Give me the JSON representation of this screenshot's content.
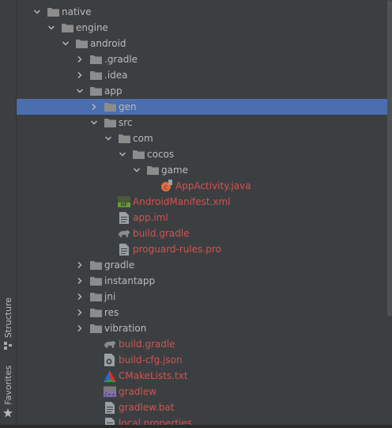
{
  "side_tabs": {
    "structure_label": "Structure",
    "favorites_label": "Favorites"
  },
  "tree": [
    {
      "depth": 1,
      "expanded": true,
      "type": "folder",
      "label": "native"
    },
    {
      "depth": 2,
      "expanded": true,
      "type": "folder",
      "label": "engine"
    },
    {
      "depth": 3,
      "expanded": true,
      "type": "folder",
      "label": "android"
    },
    {
      "depth": 4,
      "expanded": false,
      "type": "folder",
      "label": ".gradle"
    },
    {
      "depth": 4,
      "expanded": false,
      "type": "folder",
      "label": ".idea"
    },
    {
      "depth": 4,
      "expanded": true,
      "type": "folder",
      "label": "app"
    },
    {
      "depth": 5,
      "expanded": false,
      "type": "folder",
      "label": "gen",
      "selected": true
    },
    {
      "depth": 5,
      "expanded": true,
      "type": "folder",
      "label": "src"
    },
    {
      "depth": 6,
      "expanded": true,
      "type": "folder",
      "label": "com"
    },
    {
      "depth": 7,
      "expanded": true,
      "type": "folder",
      "label": "cocos"
    },
    {
      "depth": 8,
      "expanded": true,
      "type": "folder",
      "label": "game"
    },
    {
      "depth": 9,
      "type": "java",
      "label": "AppActivity.java",
      "red": true
    },
    {
      "depth": 6,
      "type": "manifest",
      "label": "AndroidManifest.xml",
      "red": true
    },
    {
      "depth": 6,
      "type": "file",
      "label": "app.iml",
      "red": true
    },
    {
      "depth": 6,
      "type": "gradle",
      "label": "build.gradle",
      "red": true
    },
    {
      "depth": 6,
      "type": "file",
      "label": "proguard-rules.pro",
      "red": true
    },
    {
      "depth": 4,
      "expanded": false,
      "type": "folder",
      "label": "gradle"
    },
    {
      "depth": 4,
      "expanded": false,
      "type": "folder",
      "label": "instantapp"
    },
    {
      "depth": 4,
      "expanded": false,
      "type": "folder",
      "label": "jni"
    },
    {
      "depth": 4,
      "expanded": false,
      "type": "folder",
      "label": "res"
    },
    {
      "depth": 4,
      "expanded": false,
      "type": "folder",
      "label": "vibration"
    },
    {
      "depth": 5,
      "type": "gradle",
      "label": "build.gradle",
      "red": true
    },
    {
      "depth": 5,
      "type": "json",
      "label": "build-cfg.json",
      "red": true
    },
    {
      "depth": 5,
      "type": "cmake",
      "label": "CMakeLists.txt",
      "red": true
    },
    {
      "depth": 5,
      "type": "exec",
      "label": "gradlew",
      "red": true
    },
    {
      "depth": 5,
      "type": "file",
      "label": "gradlew.bat",
      "red": true
    },
    {
      "depth": 5,
      "type": "file",
      "label": "local.properties",
      "red": true
    }
  ],
  "colors": {
    "background": "#3c3f41",
    "selected": "#4b6eaf",
    "text": "#bbbbbb",
    "untracked_red": "#d25252",
    "folder": "#8c8c8c"
  }
}
